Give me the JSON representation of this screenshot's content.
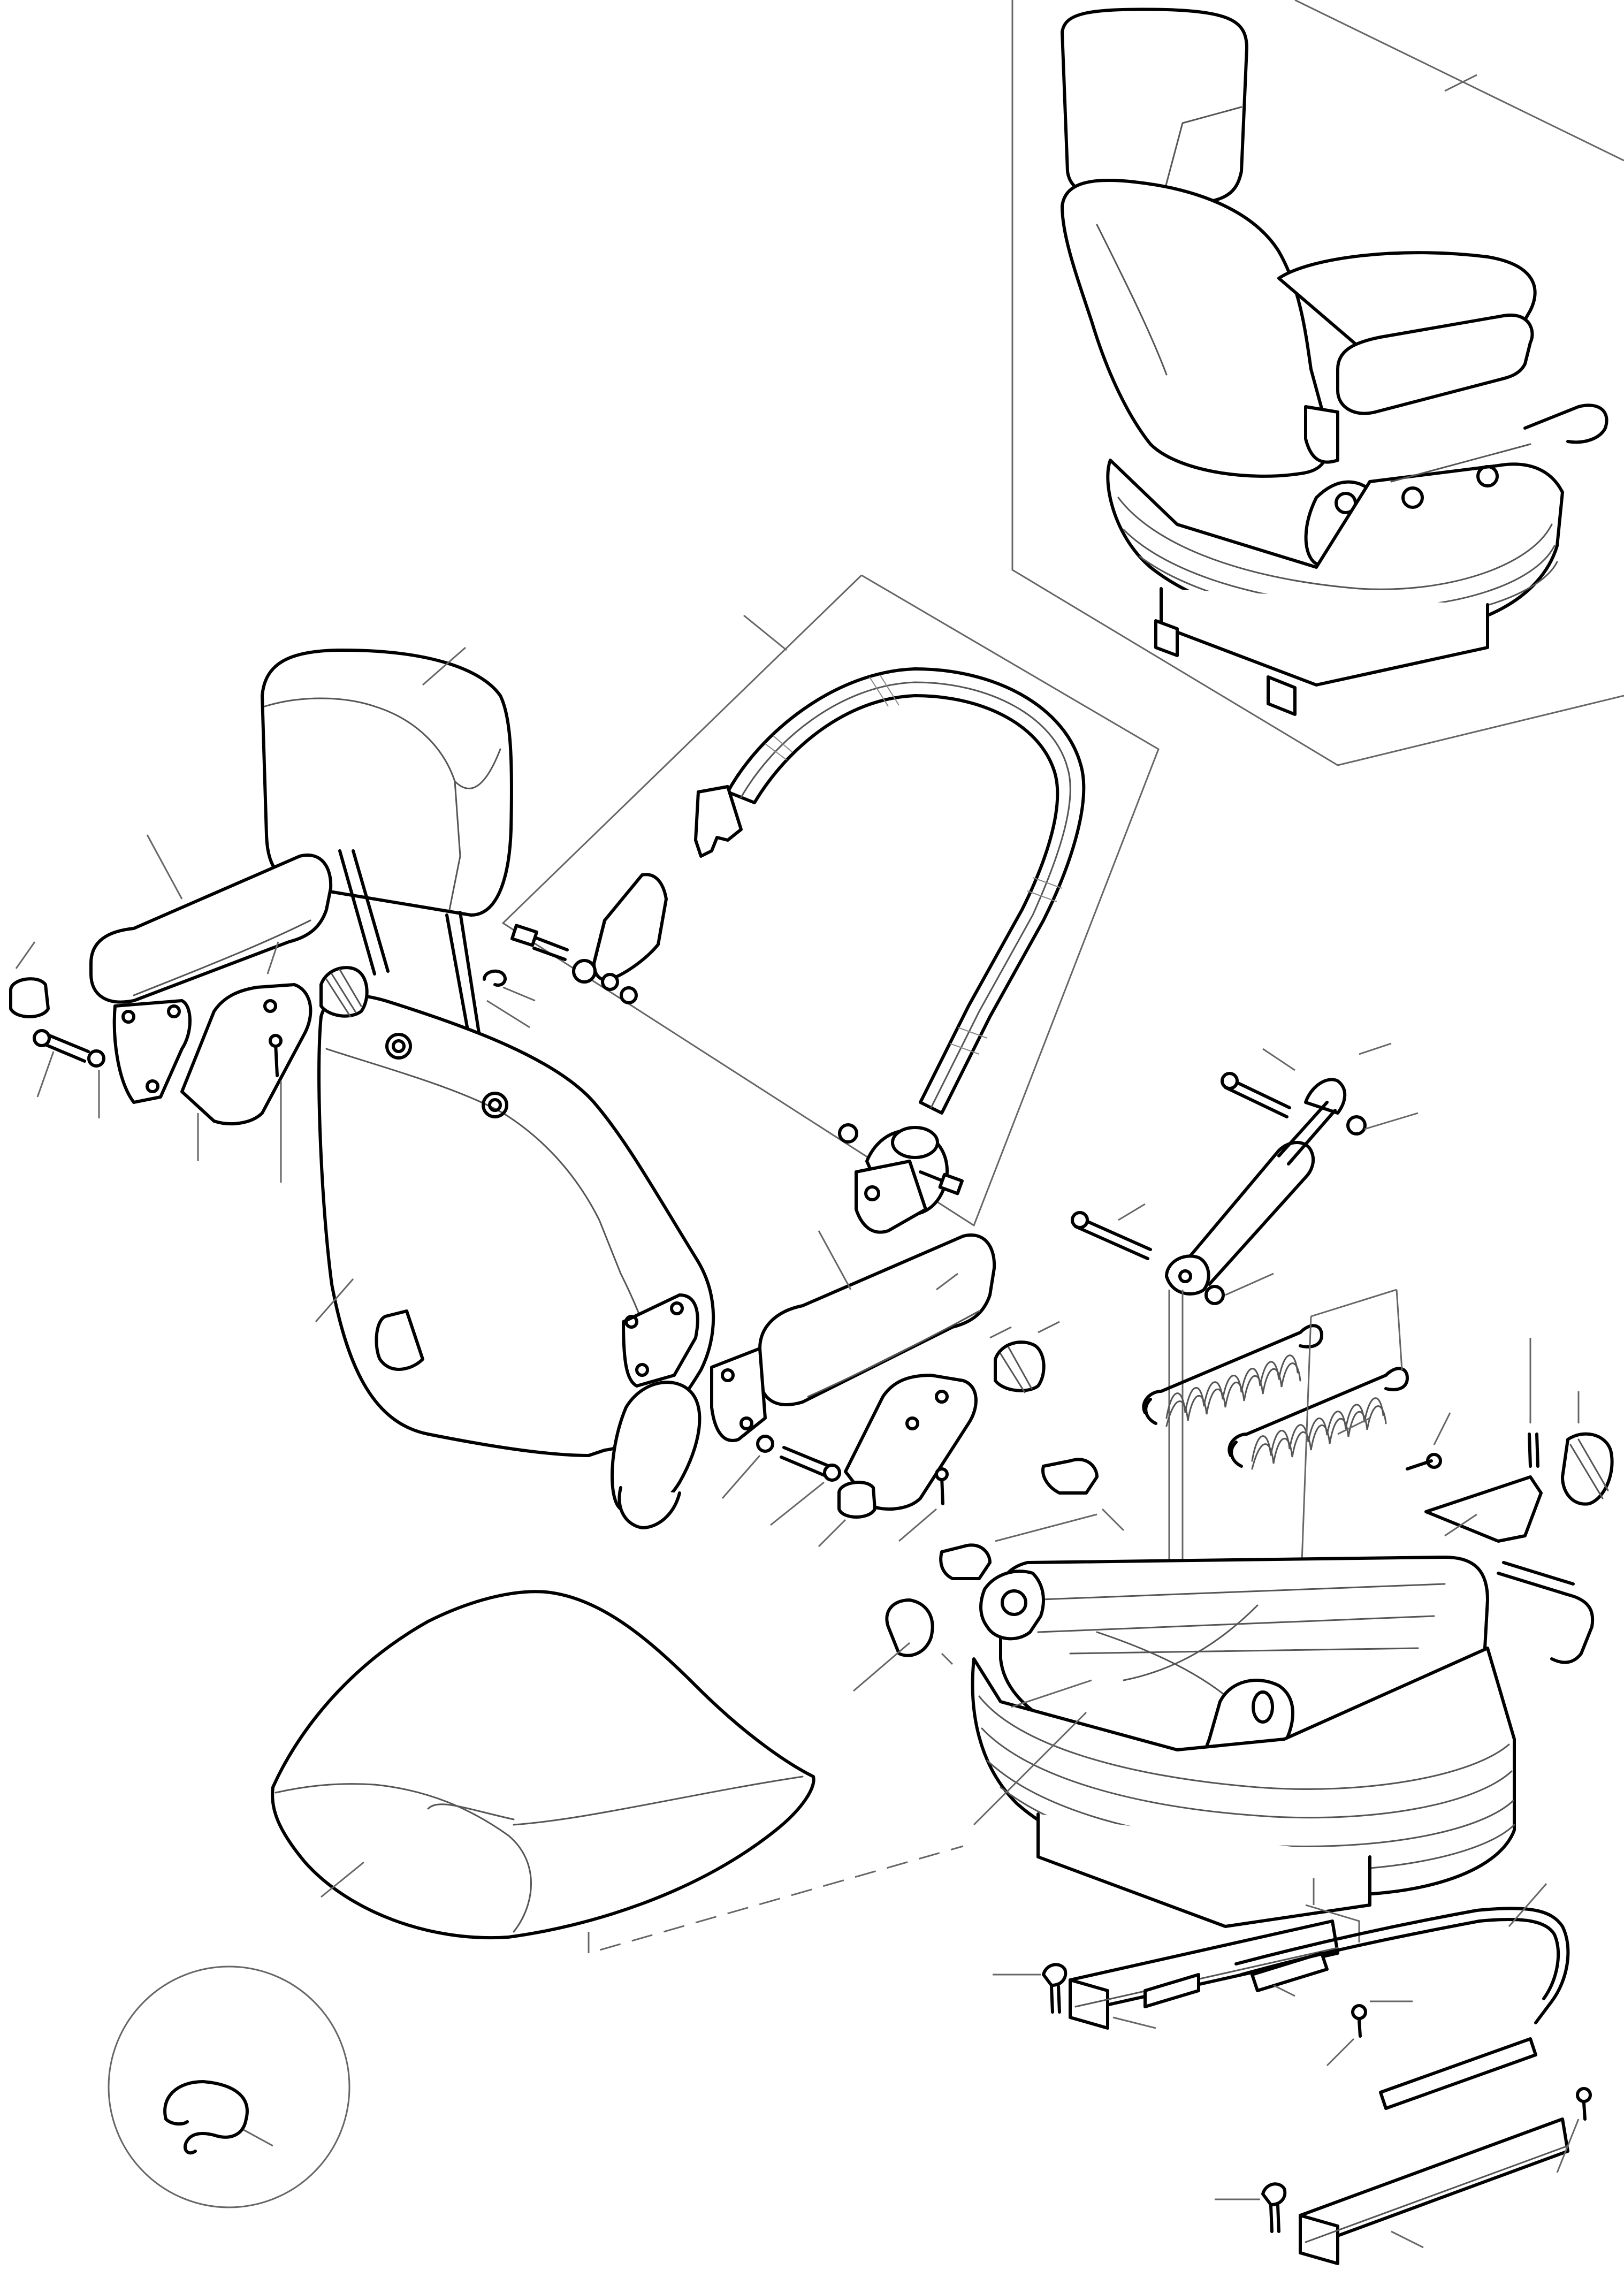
{
  "diagram": {
    "kind": "exploded parts drawing",
    "labels": [],
    "components": [
      "assembled-seat-inset",
      "headrest",
      "backrest",
      "seat-belt",
      "left-armrest",
      "right-armrest",
      "gas-spring",
      "tension-springs",
      "seat-cushion",
      "suspension-base",
      "slide-rails",
      "handle-bar",
      "clip-detail"
    ]
  }
}
